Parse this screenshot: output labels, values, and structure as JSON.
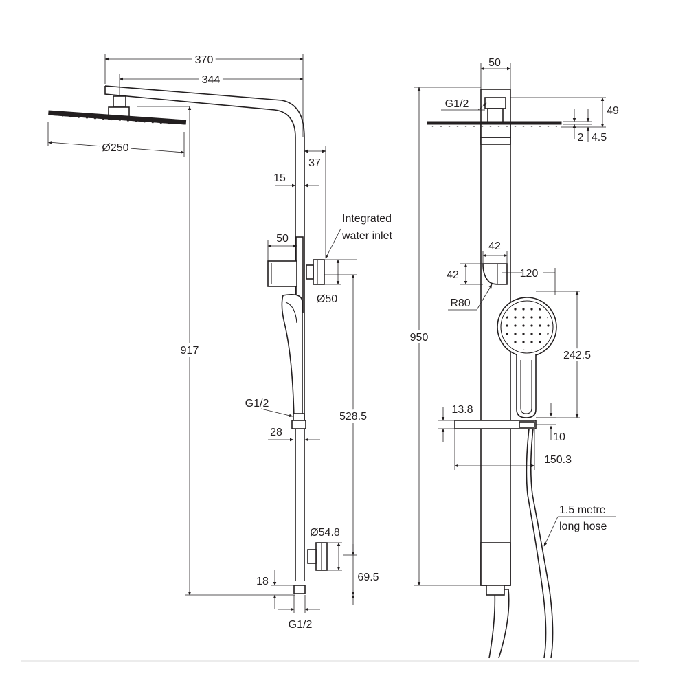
{
  "left_view": {
    "dims": {
      "arm_length": "370",
      "arm_reach": "344",
      "head_diameter": "Ø250",
      "offset_37": "37",
      "offset_15": "15",
      "bracket_width": "50",
      "inlet_diameter": "Ø50",
      "overall_height": "917",
      "handpiece_connection": "G1/2",
      "rail_width": "28",
      "inlet_to_base": "528.5",
      "outlet_diameter": "Ø54.8",
      "outlet_to_base": "69.5",
      "base_height": "18",
      "base_connection": "G1/2"
    },
    "notes": {
      "inlet_line1": "Integrated",
      "inlet_line2": "water inlet"
    }
  },
  "right_view": {
    "dims": {
      "rail_width": "50",
      "head_connection": "G1/2",
      "head_height": "49",
      "head_thin": "2",
      "head_thick": "4.5",
      "overall_height": "950",
      "bracket_width": "42",
      "bracket_height": "42",
      "bracket_radius": "R80",
      "handpiece_diameter": "120",
      "handpiece_length": "242.5",
      "shelf_thickness": "13.8",
      "shelf_gap": "10",
      "shelf_length": "150.3"
    },
    "notes": {
      "hose_line1": "1.5 metre",
      "hose_line2": "long hose"
    }
  }
}
